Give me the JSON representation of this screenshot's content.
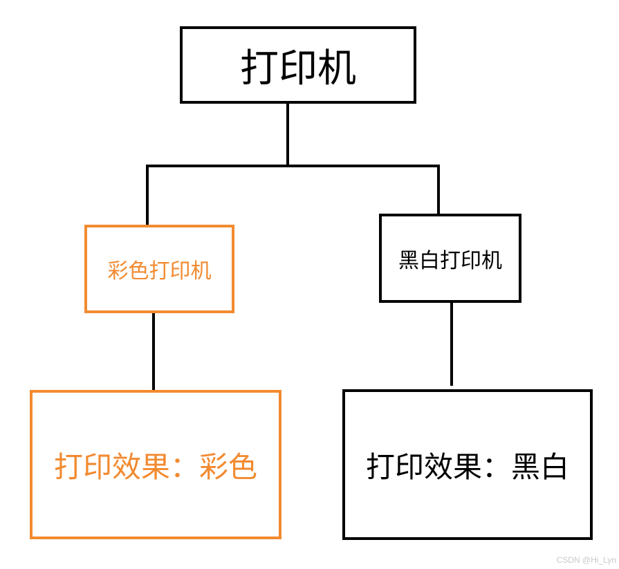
{
  "diagram": {
    "root": {
      "label": "打印机"
    },
    "color_printer": {
      "label": "彩色打印机"
    },
    "bw_printer": {
      "label": "黑白打印机"
    },
    "color_effect": {
      "label": "打印效果：彩色"
    },
    "bw_effect": {
      "label": "打印效果：黑白"
    }
  },
  "watermark": "CSDN @Hi_Lyn",
  "colors": {
    "orange_accent": "#f28a30",
    "black": "#000000"
  }
}
